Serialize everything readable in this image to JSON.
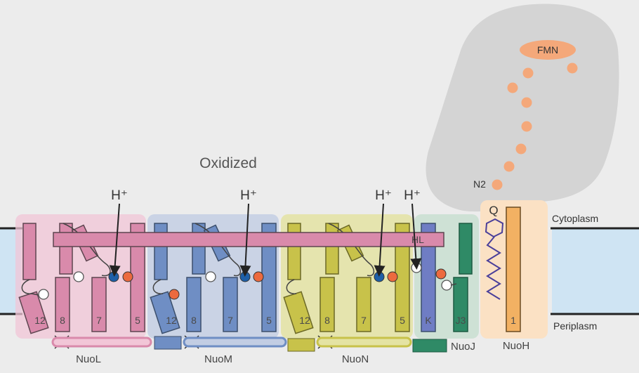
{
  "state_label": "Oxidized",
  "proton_label": "H⁺",
  "compartments": {
    "top": "Cytoplasm",
    "bottom": "Periplasm"
  },
  "subunits": [
    "NuoL",
    "NuoM",
    "NuoN",
    "NuoJ",
    "NuoH"
  ],
  "helix_label": "HL",
  "quinone_label": "Q",
  "cofactors": {
    "fmn": "FMN",
    "n2": "N2"
  },
  "helix_numbers": {
    "nuol": [
      "12",
      "8",
      "7",
      "5"
    ],
    "nuom": [
      "12",
      "8",
      "7",
      "5"
    ],
    "nuon": [
      "12",
      "8",
      "7",
      "5"
    ],
    "k": "K",
    "j3": "J3",
    "h1": "1"
  },
  "colors": {
    "nuol": "#d98aab",
    "nuom": "#6f8ec4",
    "nuon": "#c8c24a",
    "nuoj": "#2f8a66",
    "nuoh": "#f2b163",
    "fes": "#f4a87a",
    "protein": "#d3d3d3",
    "membrane": "#cfe4f3"
  }
}
